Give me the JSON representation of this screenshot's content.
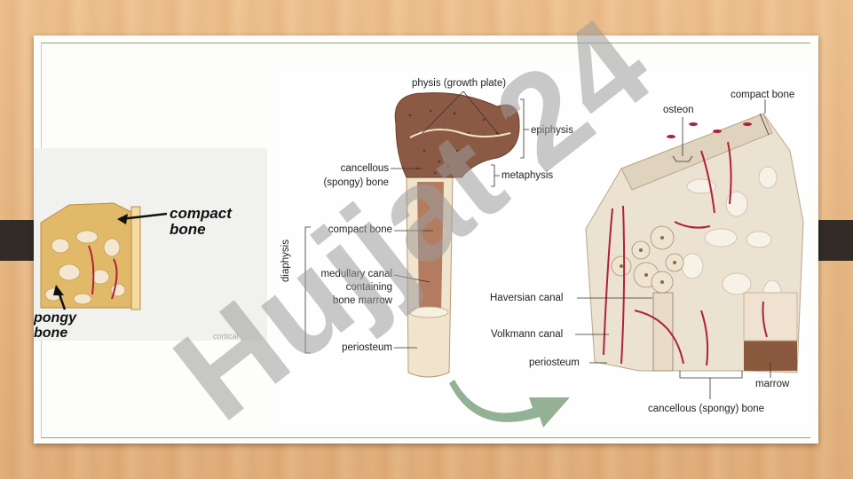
{
  "inset": {
    "compact_label": "compact bone",
    "spongy_label_line1": "pongy",
    "spongy_label_line2": "bone",
    "faint_caption": "cortical"
  },
  "long_bone": {
    "physis": "physis (growth plate)",
    "epiphysis": "epiphysis",
    "metaphysis": "metaphysis",
    "cancellous_line1": "cancellous",
    "cancellous_line2": "(spongy) bone",
    "compact_bone": "compact bone",
    "diaphysis": "diaphysis",
    "medullary_line1": "medullary canal",
    "medullary_line2": "containing",
    "medullary_line3": "bone marrow",
    "periosteum": "periosteum"
  },
  "section": {
    "osteon": "osteon",
    "compact_bone": "compact bone",
    "haversian": "Haversian canal",
    "volkmann": "Volkmann canal",
    "periosteum": "periosteum",
    "marrow": "marrow",
    "cancellous": "cancellous (spongy) bone"
  },
  "watermark": {
    "text": "Hujjat 24",
    "color": "#b49cf0"
  },
  "colors": {
    "bone_fill": "#ecdcc2",
    "marrow": "#9b5a40",
    "vessel": "#b0203a",
    "wood": "#e9b985",
    "band": "#332b25"
  }
}
